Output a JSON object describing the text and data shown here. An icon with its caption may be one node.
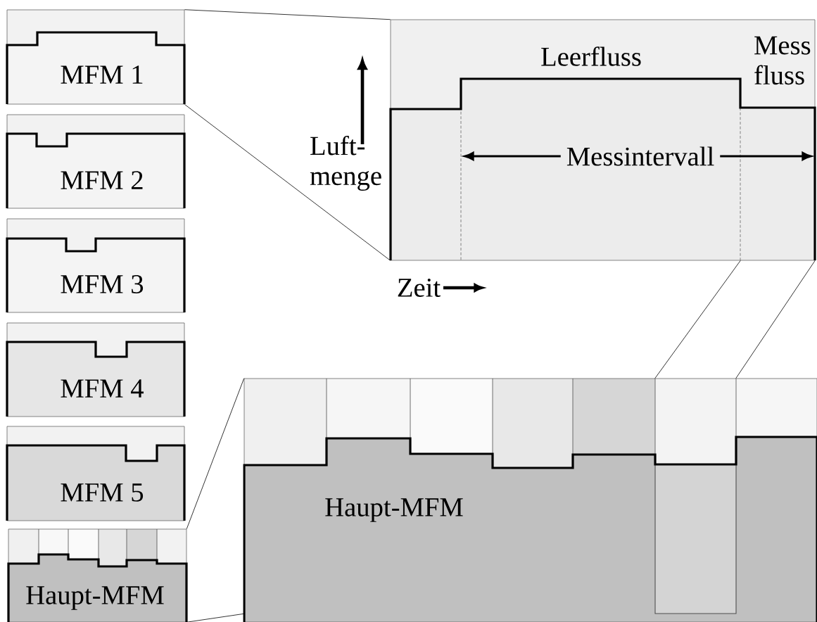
{
  "diagram": {
    "nodes": [
      {
        "text": [
          "MFM 1"
        ]
      },
      {
        "text": [
          "MFM 2"
        ]
      },
      {
        "text": [
          "MFM 3"
        ]
      },
      {
        "text": [
          "MFM 4"
        ]
      },
      {
        "text": [
          "MFM 5"
        ]
      },
      {
        "text": [
          "Haupt-MFM"
        ]
      },
      {
        "text": [
          "Leerfluss",
          "Mess fluss",
          "Messintervall"
        ]
      },
      {
        "text": [
          "Haupt-MFM"
        ]
      }
    ],
    "edges": [
      {
        "from": 0,
        "to": 6,
        "arrow": "none"
      },
      {
        "from": 0,
        "to": 6,
        "arrow": "none"
      },
      {
        "from": 5,
        "to": 7,
        "arrow": "none"
      },
      {
        "from": 5,
        "to": 7,
        "arrow": "none"
      },
      {
        "from": 6,
        "to": 7,
        "arrow": "none"
      },
      {
        "from": 6,
        "to": 7,
        "arrow": "none"
      }
    ],
    "labels": [
      "Luft- menge",
      "Zeit"
    ]
  }
}
